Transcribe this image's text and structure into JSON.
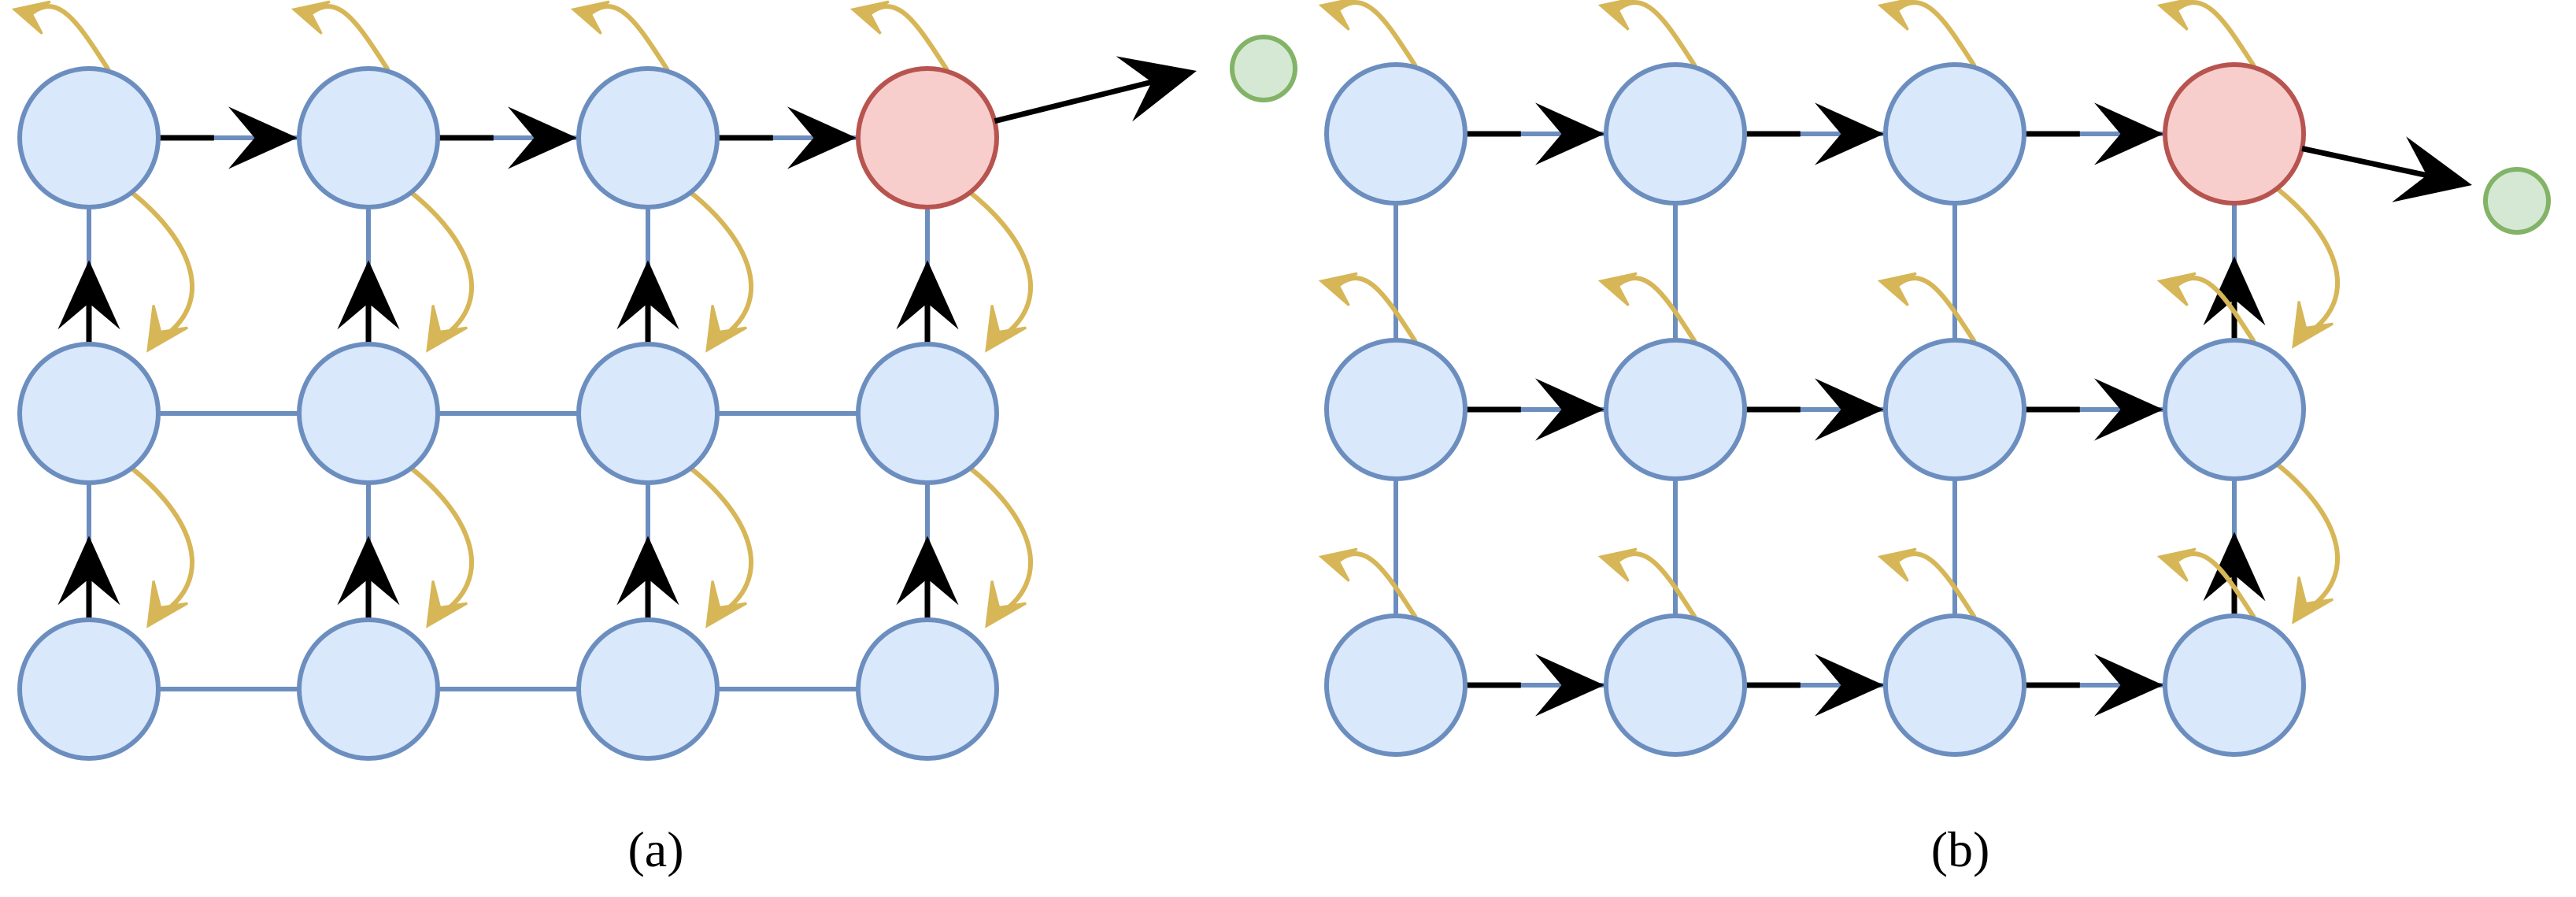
{
  "colors": {
    "node_fill": "#dae8fc",
    "node_stroke": "#6c8ebf",
    "edge": "#6c8ebf",
    "sink_fill": "#f8cecc",
    "sink_stroke": "#b85450",
    "target_fill": "#d5e8d4",
    "target_stroke": "#82b366",
    "loop": "#d6b656",
    "flow": "#000000"
  },
  "panels": [
    {
      "id": "a",
      "caption": "(a)",
      "grid": {
        "rows": 3,
        "cols": 4,
        "sink": [
          0,
          3
        ]
      },
      "flows": [
        {
          "from": [
            0,
            0
          ],
          "to": [
            0,
            1
          ]
        },
        {
          "from": [
            0,
            1
          ],
          "to": [
            0,
            2
          ]
        },
        {
          "from": [
            0,
            2
          ],
          "to": [
            0,
            3
          ]
        },
        {
          "from": [
            1,
            0
          ],
          "to": [
            0,
            0
          ]
        },
        {
          "from": [
            1,
            1
          ],
          "to": [
            0,
            1
          ]
        },
        {
          "from": [
            1,
            2
          ],
          "to": [
            0,
            2
          ]
        },
        {
          "from": [
            1,
            3
          ],
          "to": [
            0,
            3
          ]
        },
        {
          "from": [
            2,
            0
          ],
          "to": [
            1,
            0
          ]
        },
        {
          "from": [
            2,
            1
          ],
          "to": [
            1,
            1
          ]
        },
        {
          "from": [
            2,
            2
          ],
          "to": [
            1,
            2
          ]
        },
        {
          "from": [
            2,
            3
          ],
          "to": [
            1,
            3
          ]
        }
      ],
      "loops_top": [
        [
          0,
          0
        ],
        [
          0,
          1
        ],
        [
          0,
          2
        ],
        [
          0,
          3
        ]
      ],
      "loops_side": [
        [
          0,
          0
        ],
        [
          0,
          1
        ],
        [
          0,
          2
        ],
        [
          0,
          3
        ],
        [
          1,
          0
        ],
        [
          1,
          1
        ],
        [
          1,
          2
        ],
        [
          1,
          3
        ]
      ],
      "exit": true
    },
    {
      "id": "b",
      "caption": "(b)",
      "grid": {
        "rows": 3,
        "cols": 4,
        "sink": [
          0,
          3
        ]
      },
      "flows": [
        {
          "from": [
            0,
            0
          ],
          "to": [
            0,
            1
          ]
        },
        {
          "from": [
            0,
            1
          ],
          "to": [
            0,
            2
          ]
        },
        {
          "from": [
            0,
            2
          ],
          "to": [
            0,
            3
          ]
        },
        {
          "from": [
            1,
            0
          ],
          "to": [
            1,
            1
          ]
        },
        {
          "from": [
            1,
            1
          ],
          "to": [
            1,
            2
          ]
        },
        {
          "from": [
            1,
            2
          ],
          "to": [
            1,
            3
          ]
        },
        {
          "from": [
            2,
            0
          ],
          "to": [
            2,
            1
          ]
        },
        {
          "from": [
            2,
            1
          ],
          "to": [
            2,
            2
          ]
        },
        {
          "from": [
            2,
            2
          ],
          "to": [
            2,
            3
          ]
        },
        {
          "from": [
            1,
            3
          ],
          "to": [
            0,
            3
          ]
        },
        {
          "from": [
            2,
            3
          ],
          "to": [
            1,
            3
          ]
        }
      ],
      "loops_top": [
        [
          0,
          0
        ],
        [
          0,
          1
        ],
        [
          0,
          2
        ],
        [
          0,
          3
        ],
        [
          1,
          0
        ],
        [
          1,
          1
        ],
        [
          1,
          2
        ],
        [
          1,
          3
        ],
        [
          2,
          0
        ],
        [
          2,
          1
        ],
        [
          2,
          2
        ],
        [
          2,
          3
        ]
      ],
      "loops_side": [
        [
          0,
          3
        ],
        [
          1,
          3
        ]
      ],
      "exit": true
    }
  ]
}
